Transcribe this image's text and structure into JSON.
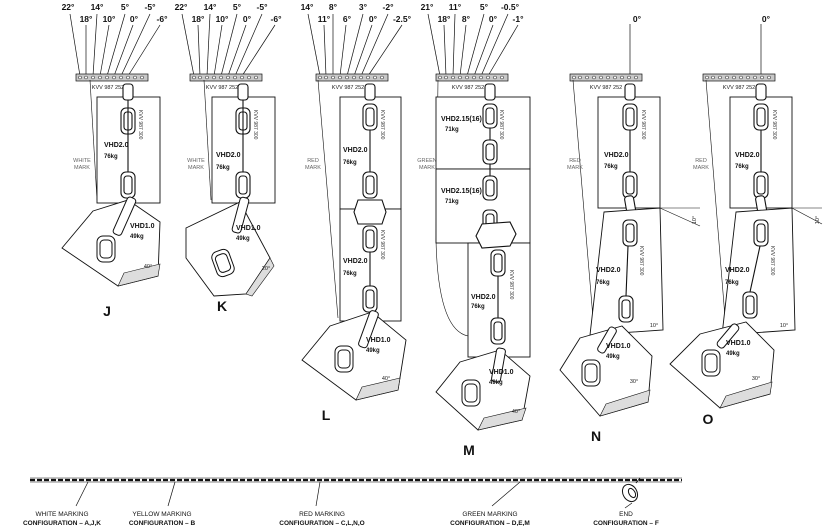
{
  "bar_label": "KVV 987 252",
  "vert_label": "KVV 987 300",
  "configs": [
    {
      "id": "J",
      "angles": [
        "22°",
        "18°",
        "14°",
        "10°",
        "5°",
        "0°",
        "-5°",
        "-6°"
      ],
      "mark": [
        "WHITE",
        "MARK"
      ],
      "main": {
        "model": "VHD2.0",
        "weight": "76kg"
      },
      "sub": {
        "model": "VHD1.0",
        "weight": "49kg"
      },
      "tilt": "40°"
    },
    {
      "id": "K",
      "angles": [
        "22°",
        "18°",
        "14°",
        "10°",
        "5°",
        "0°",
        "-5°",
        "-6°"
      ],
      "mark": [
        "WHITE",
        "MARK"
      ],
      "main": {
        "model": "VHD2.0",
        "weight": "76kg"
      },
      "sub": {
        "model": "VHD1.0",
        "weight": "49kg"
      },
      "tilt": "20°"
    },
    {
      "id": "L",
      "angles": [
        "14°",
        "11°",
        "8°",
        "6°",
        "3°",
        "0°",
        "-2°",
        "-2.5°"
      ],
      "mark": [
        "RED",
        "MARK"
      ],
      "main": {
        "model": "VHD2.0",
        "weight": "76kg"
      },
      "main2": {
        "model": "VHD2.0",
        "weight": "76kg"
      },
      "sub": {
        "model": "VHD1.0",
        "weight": "49kg"
      },
      "tilt": "40°"
    },
    {
      "id": "M",
      "angles": [
        "21°",
        "18°",
        "11°",
        "8°",
        "5°",
        "0°",
        "-0.5°",
        "-1°"
      ],
      "mark": [
        "GREEN",
        "MARK"
      ],
      "main": {
        "model": "VHD2.15(16)",
        "weight": "71kg"
      },
      "main2": {
        "model": "VHD2.15(16)",
        "weight": "71kg"
      },
      "main3": {
        "model": "VHD2.0",
        "weight": "76kg"
      },
      "sub": {
        "model": "VHD1.0",
        "weight": "49kg"
      },
      "tilt": "40°"
    },
    {
      "id": "N",
      "angles": [
        "0°"
      ],
      "mark": [
        "RED",
        "MARK"
      ],
      "main": {
        "model": "VHD2.0",
        "weight": "76kg"
      },
      "main2": {
        "model": "VHD2.0",
        "weight": "76kg"
      },
      "sub": {
        "model": "VHD1.0",
        "weight": "49kg"
      },
      "tilt": "30°",
      "tilt2": "10°",
      "tilt3": "10°"
    },
    {
      "id": "O",
      "angles": [
        "0°"
      ],
      "mark": [
        "RED",
        "MARK"
      ],
      "main": {
        "model": "VHD2.0",
        "weight": "76kg"
      },
      "main2": {
        "model": "VHD2.0",
        "weight": "76kg"
      },
      "sub": {
        "model": "VHD1.0",
        "weight": "49kg"
      },
      "tilt": "30°",
      "tilt2": "10°",
      "tilt3": "10°"
    }
  ],
  "legend": [
    {
      "line1": "WHITE MARKING",
      "line2": "CONFIGURATION – A,J,K"
    },
    {
      "line1": "YELLOW MARKING",
      "line2": "CONFIGURATION – B"
    },
    {
      "line1": "RED MARKING",
      "line2": "CONFIGURATION – C,L,N,O"
    },
    {
      "line1": "GREEN MARKING",
      "line2": "CONFIGURATION – D,E,M"
    },
    {
      "line1": "END",
      "line2": "CONFIGURATION – F"
    }
  ]
}
